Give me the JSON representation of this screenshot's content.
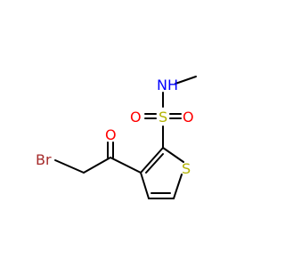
{
  "molecule": {
    "atoms": {
      "nh": "NH",
      "s_sulfonyl": "S",
      "o_left": "O",
      "o_right": "O",
      "o_carbonyl": "O",
      "br": "Br",
      "s_ring": "S"
    },
    "colors": {
      "bond": "#000000",
      "nitrogen": "#0000ff",
      "oxygen": "#ff0000",
      "sulfur": "#b2b200",
      "bromine": "#a52a2a"
    }
  }
}
